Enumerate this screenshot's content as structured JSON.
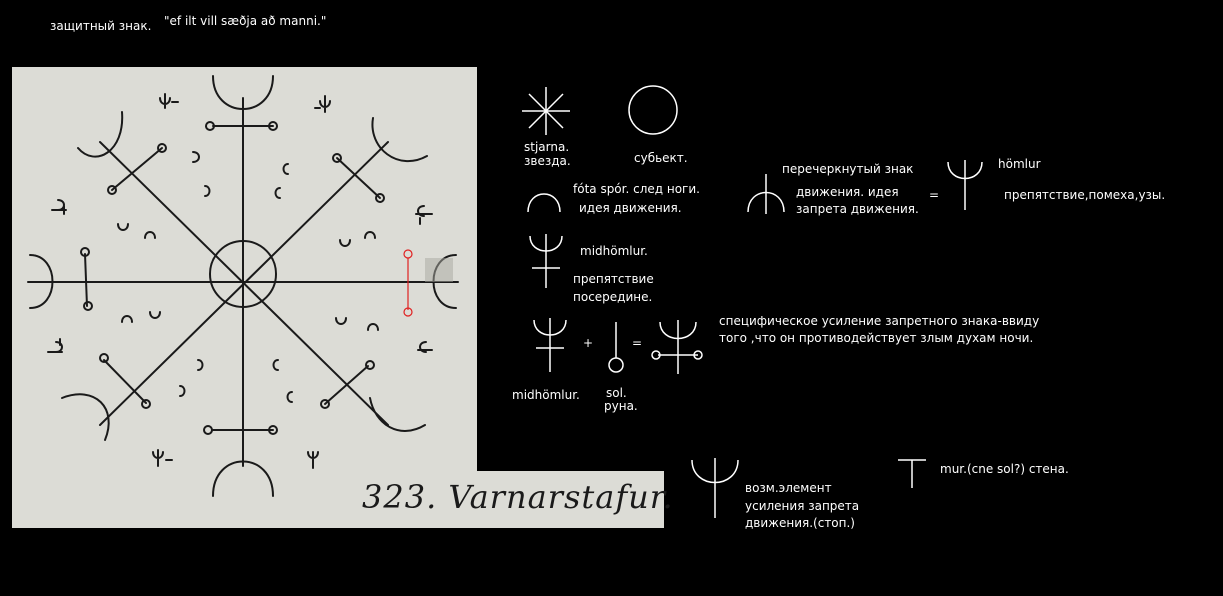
{
  "header": {
    "title_ru": "защитный знак.",
    "quote": "\"ef ilt vill sæðja að manni.\""
  },
  "scan": {
    "caption": "323. Varnarstafur.",
    "paper_color": "#dcdcd6",
    "ink_color": "#1a1a1a",
    "marker_color": "#e02020"
  },
  "legend": {
    "stjarna": "stjarna.",
    "zvezda": "звезда.",
    "subekt": "субьект.",
    "fota_1": "fóta spór. след ноги.",
    "fota_2": "идея движения.",
    "crossed_1": "перечеркнутый знак",
    "crossed_2": "движения. идея",
    "crossed_3": "запрета движения.",
    "equals_1": "=",
    "homlur": "hömlur",
    "homlur_desc": "препятствие,помеха,узы.",
    "midhomlur": "midhömlur.",
    "prep_1": "препятствие",
    "prep_2": "посередине.",
    "plus": "+",
    "equals_2": "=",
    "spec_1": "специфическое усиление запретного знака-ввиду",
    "spec_2": "того ,что он противодействует злым духам ночи.",
    "midhomlur_2": "midhömlur.",
    "sol": "sol.",
    "runa": "руна.",
    "vozm_1": "возм.элемент",
    "vozm_2": "усиления запрета",
    "vozm_3": "движения.(стоп.)",
    "mur": "mur.(cne sol?) стена."
  }
}
